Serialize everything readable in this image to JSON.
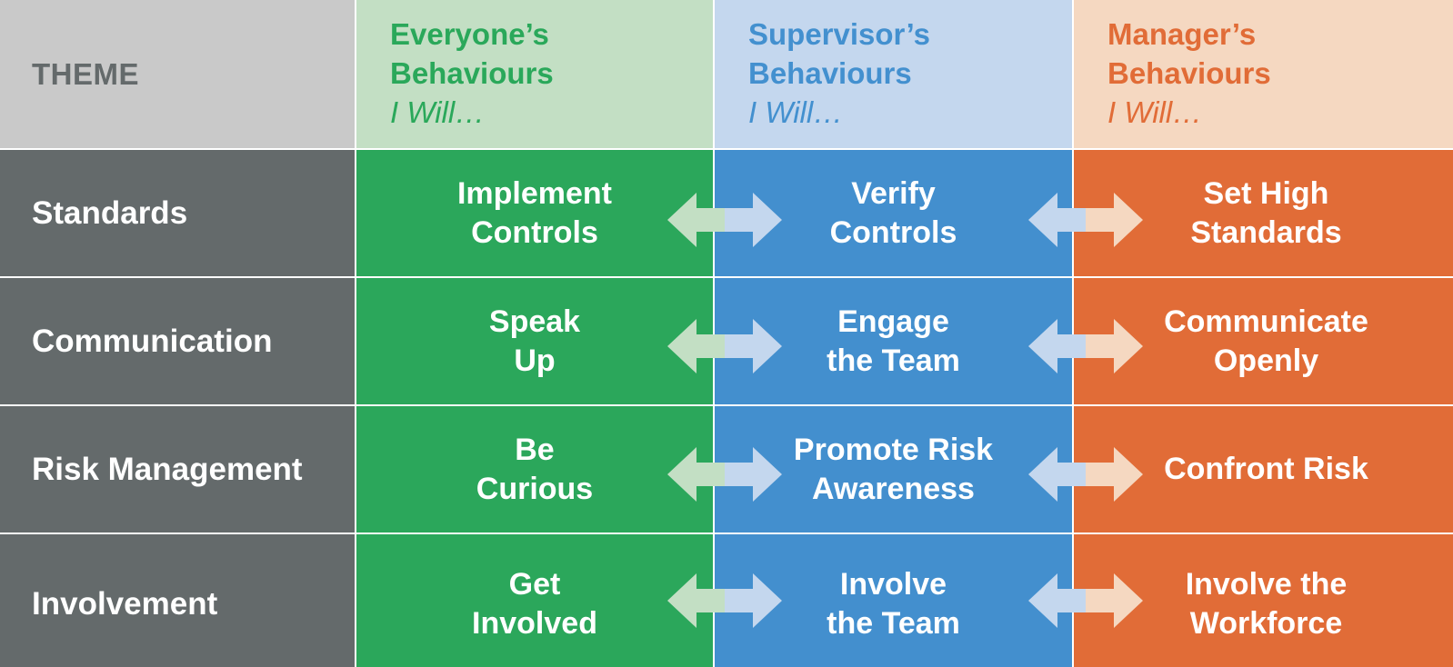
{
  "header": {
    "theme_label": "THEME",
    "columns": [
      {
        "title_line1": "Everyone’s",
        "title_line2": "Behaviours",
        "subtitle": "I Will…"
      },
      {
        "title_line1": "Supervisor’s",
        "title_line2": "Behaviours",
        "subtitle": "I Will…"
      },
      {
        "title_line1": "Manager’s",
        "title_line2": "Behaviours",
        "subtitle": "I Will…"
      }
    ]
  },
  "rows": [
    {
      "theme": "Standards",
      "everyone": "Implement\nControls",
      "supervisor": "Verify\nControls",
      "manager": "Set High\nStandards"
    },
    {
      "theme": "Communication",
      "everyone": "Speak\nUp",
      "supervisor": "Engage\nthe Team",
      "manager": "Communicate\nOpenly"
    },
    {
      "theme": "Risk Management",
      "everyone": "Be\nCurious",
      "supervisor": "Promote Risk\nAwareness",
      "manager": "Confront Risk"
    },
    {
      "theme": "Involvement",
      "everyone": "Get\nInvolved",
      "supervisor": "Involve\nthe Team",
      "manager": "Involve the\nWorkforce"
    }
  ],
  "colors": {
    "theme_header_bg": "#c9c9c9",
    "theme_bg": "#646a6b",
    "green": "#2ba75b",
    "green_light": "#c3dfc4",
    "blue": "#438fce",
    "blue_light": "#c4d7ee",
    "orange": "#e16c37",
    "orange_light": "#f5d8c1"
  },
  "icons": {
    "connector": "double-headed-arrow-icon"
  }
}
